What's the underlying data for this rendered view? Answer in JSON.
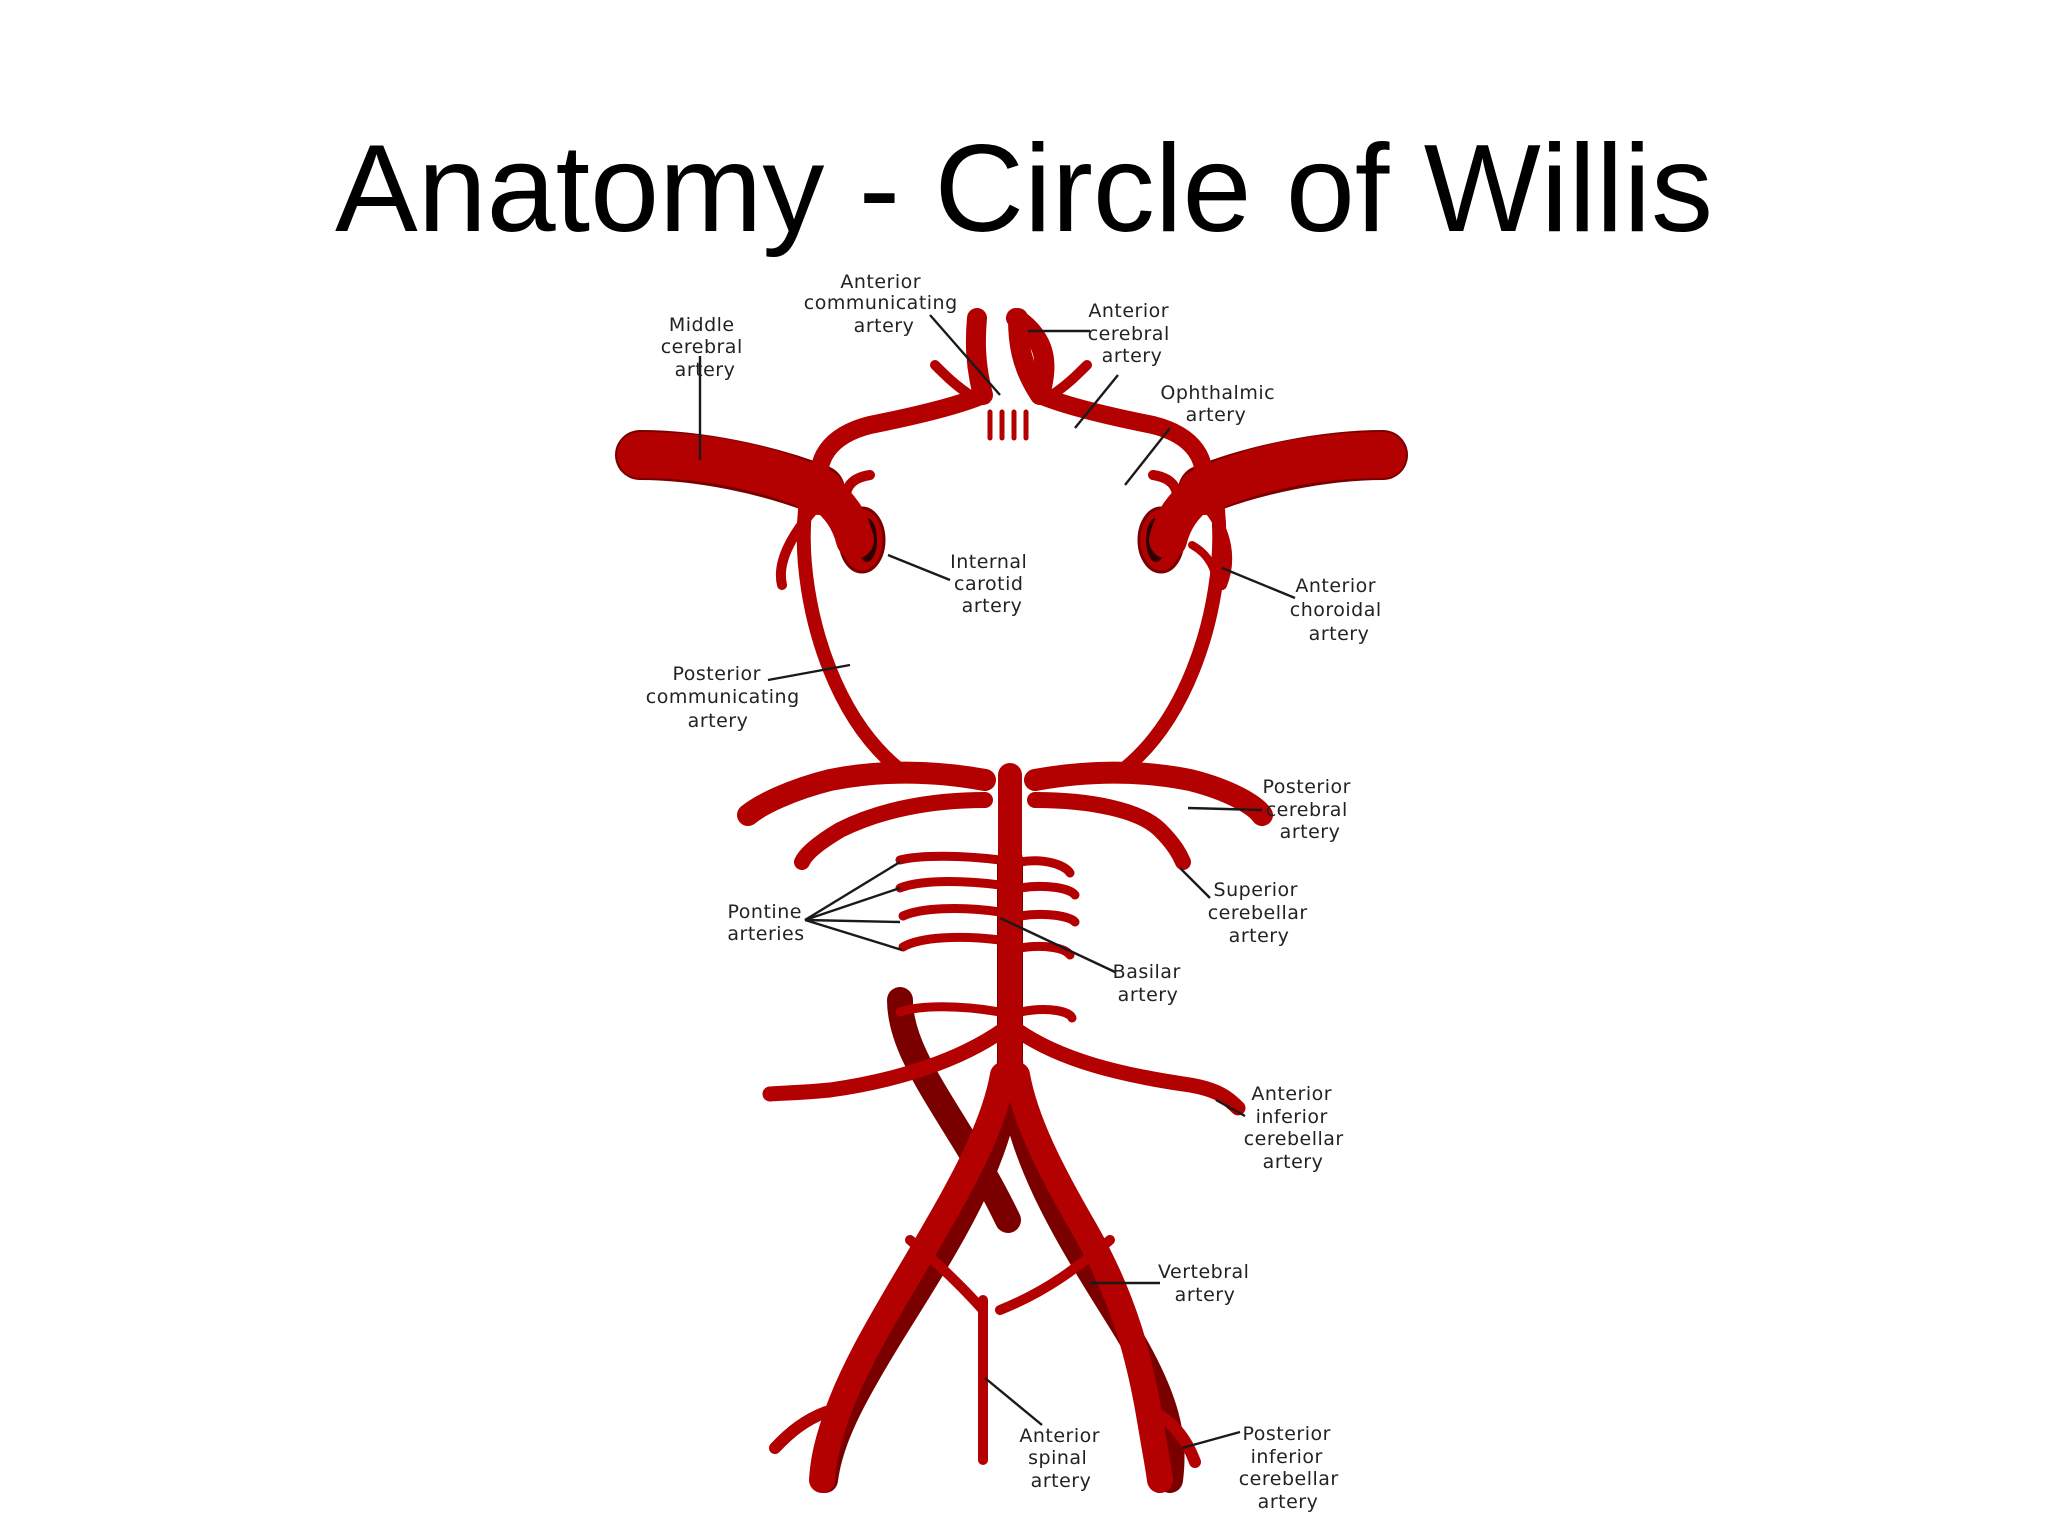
{
  "title": "Anatomy - Circle of Willis",
  "colors": {
    "vessel": "#b30000",
    "vessel_outline": "#7a0000",
    "lumen": "#2a0000",
    "text": "#000000",
    "label": "#222222"
  },
  "labels": {
    "anterior_communicating": [
      "Anterior",
      "communicating",
      "artery"
    ],
    "middle_cerebral": [
      "Middle",
      "cerebral",
      "artery"
    ],
    "anterior_cerebral": [
      "Anterior",
      "cerebral",
      "artery"
    ],
    "ophthalmic": [
      "Ophthalmic",
      "artery"
    ],
    "internal_carotid": [
      "Internal",
      "carotid",
      "artery"
    ],
    "anterior_choroidal": [
      "Anterior",
      "choroidal",
      "artery"
    ],
    "posterior_communicating": [
      "Posterior",
      "communicating",
      "artery"
    ],
    "posterior_cerebral": [
      "Posterior",
      "cerebral",
      "artery"
    ],
    "superior_cerebellar": [
      "Superior",
      "cerebellar",
      "artery"
    ],
    "pontine": [
      "Pontine",
      "arteries"
    ],
    "basilar": [
      "Basilar",
      "artery"
    ],
    "anterior_inferior_cerebellar": [
      "Anterior",
      "inferior",
      "cerebellar",
      "artery"
    ],
    "vertebral": [
      "Vertebral",
      "artery"
    ],
    "anterior_spinal": [
      "Anterior",
      "spinal",
      "artery"
    ],
    "posterior_inferior_cerebellar": [
      "Posterior",
      "inferior",
      "cerebellar",
      "artery"
    ]
  }
}
